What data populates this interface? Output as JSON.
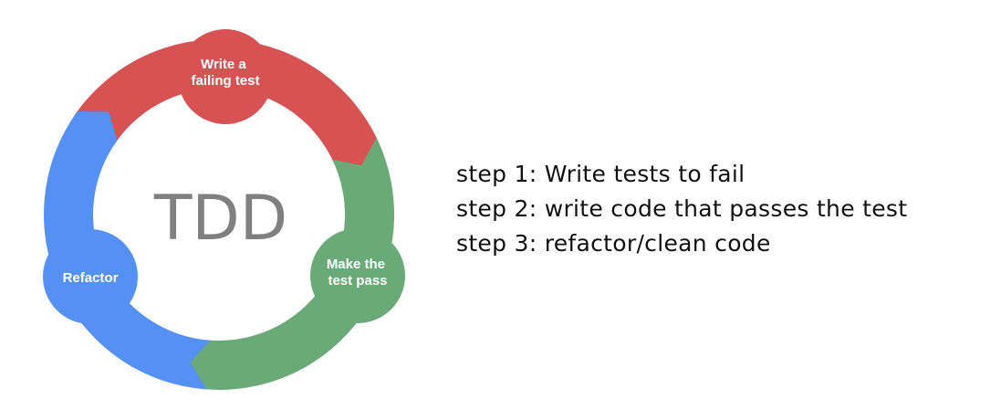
{
  "diagram": {
    "center_label": "TDD",
    "colors": {
      "red": "#d75353",
      "green": "#6aaa78",
      "blue": "#5591f5",
      "center_text": "#808080"
    },
    "nodes": {
      "red": {
        "line1": "Write a",
        "line2": "failing test"
      },
      "green": {
        "line1": "Make the",
        "line2": "test pass"
      },
      "blue": {
        "line1": "Refactor"
      }
    }
  },
  "steps": [
    "step 1: Write tests to fail",
    "step 2: write code that passes the test",
    "step 3: refactor/clean code"
  ]
}
